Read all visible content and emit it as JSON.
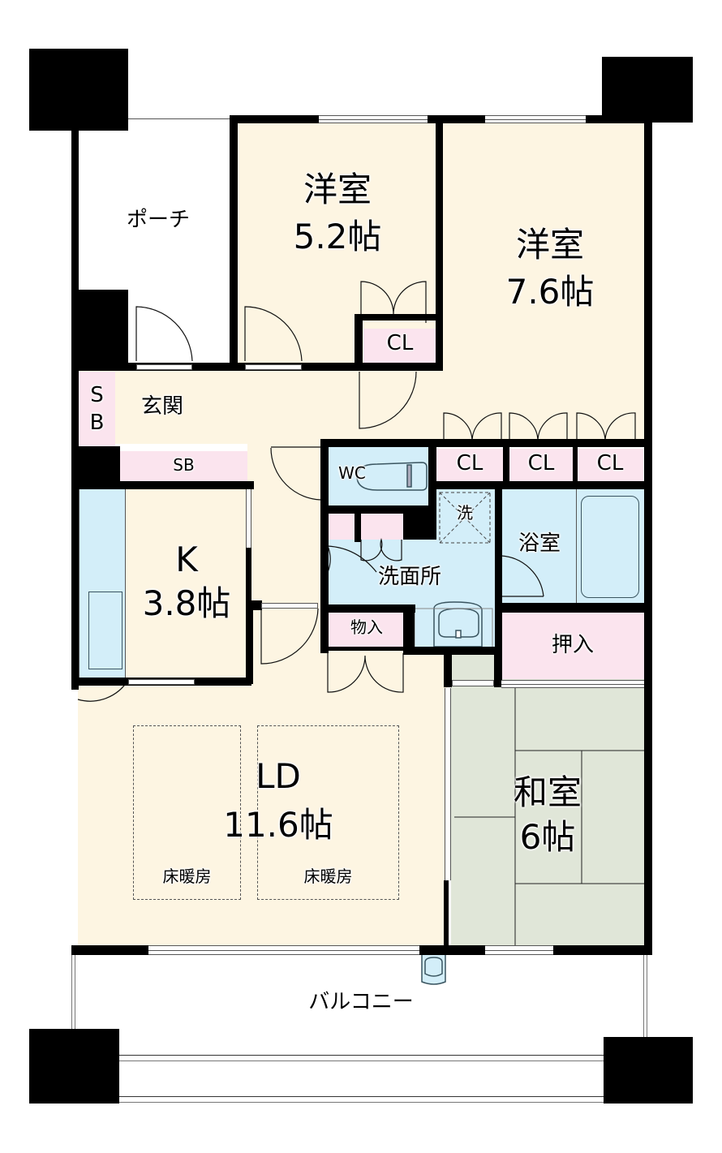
{
  "floorplan": {
    "rooms": {
      "porch": {
        "label": "ポーチ"
      },
      "western_room_1": {
        "name": "洋室",
        "size": "5.2帖"
      },
      "western_room_2": {
        "name": "洋室",
        "size": "7.6帖"
      },
      "entrance": {
        "label": "玄関"
      },
      "shoe_box_vertical": {
        "line1": "S",
        "line2": "B"
      },
      "shoe_box_horizontal": {
        "label": "SB"
      },
      "kitchen": {
        "name": "K",
        "size": "3.8帖"
      },
      "toilet": {
        "label": "WC"
      },
      "washing_machine": {
        "label": "洗"
      },
      "washroom": {
        "label": "洗面所"
      },
      "bathroom": {
        "label": "浴室"
      },
      "storage": {
        "label": "物入"
      },
      "closet_japanese": {
        "label": "押入"
      },
      "living_dining": {
        "name": "LD",
        "size": "11.6帖"
      },
      "floor_heating_1": {
        "label": "床暖房"
      },
      "floor_heating_2": {
        "label": "床暖房"
      },
      "japanese_room": {
        "name": "和室",
        "size": "6帖"
      },
      "balcony": {
        "label": "バルコニー"
      }
    },
    "closets": [
      "CL",
      "CL",
      "CL",
      "CL"
    ],
    "colors": {
      "wall": "#000000",
      "room_floor": "#fdf5e2",
      "wet_area": "#d3eef9",
      "closet": "#fbe4ee",
      "tatami": "#e0e6d8"
    }
  }
}
